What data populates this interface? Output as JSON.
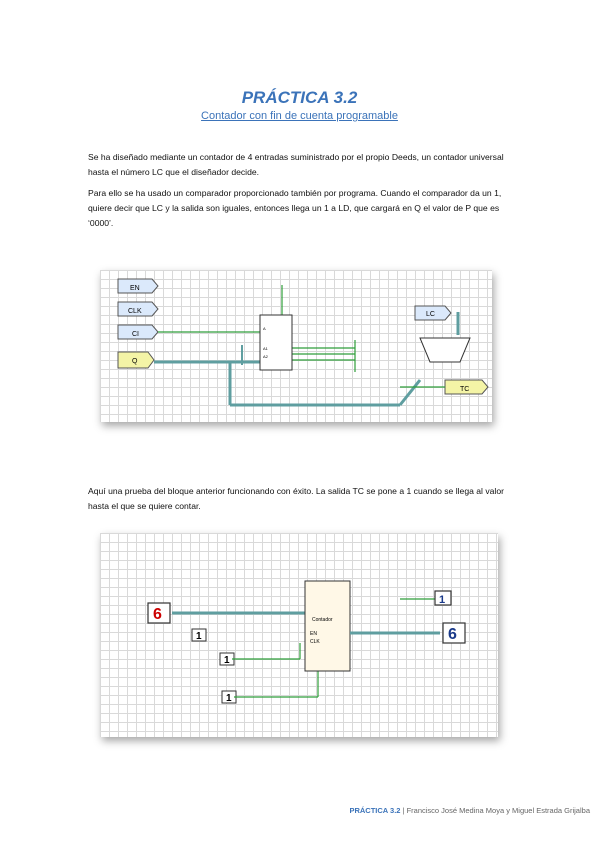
{
  "title": "PRÁCTICA 3.2",
  "subtitle": "Contador con fin de cuenta programable",
  "paragraphs": [
    "Se ha diseñado mediante un contador de 4 entradas suministrado por el propio Deeds, un contador universal hasta el número LC que el diseñador decide.",
    "Para ello se ha usado un comparador proporcionado también por programa. Cuando el comparador da un 1, quiere decir que LC y la salida son iguales, entonces llega un 1 a LD, que cargará en Q el valor de P que es ‘0000’.",
    "Aquí una prueba del bloque anterior funcionando con éxito. La salida TC se pone a 1 cuando se llega al valor hasta el que se quiere contar."
  ],
  "figure1": {
    "inputs": [
      "EN",
      "CLK",
      "CI",
      "Q"
    ],
    "lc_label": "LC",
    "tc_label": "TC"
  },
  "figure2": {
    "block_lines": [
      "Contador",
      "EN",
      "CLK"
    ],
    "left_digit": "6",
    "right_digit": "6",
    "switch_values": [
      "1",
      "1",
      "1"
    ],
    "tc_display": "1"
  },
  "footer": {
    "highlight": "PRÁCTICA 3.2",
    "separator": " | ",
    "authors": "Francisco José Medina Moya y Miguel Estrada Grijalba"
  },
  "colors": {
    "accent": "#3b73b9",
    "wire_teal": "#5f9ea0",
    "wire_green": "#2e9e3a",
    "input_blue": "#dbe9fb",
    "input_yellow": "#f4f4a6"
  }
}
